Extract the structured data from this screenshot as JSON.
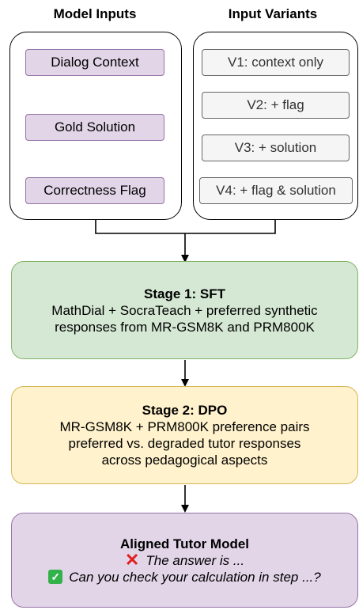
{
  "headings": {
    "model_inputs": "Model Inputs",
    "input_variants": "Input Variants"
  },
  "model_inputs": [
    "Dialog Context",
    "Gold Solution",
    "Correctness Flag"
  ],
  "input_variants": [
    "V1: context only",
    "V2: + flag",
    "V3: + solution",
    "V4: + flag & solution"
  ],
  "stage1": {
    "title": "Stage 1: SFT",
    "line1": "MathDial + SocraTeach + preferred synthetic",
    "line2": "responses from MR-GSM8K and PRM800K"
  },
  "stage2": {
    "title": "Stage 2: DPO",
    "line1": "MR-GSM8K + PRM800K preference pairs",
    "line2": "preferred vs. degraded tutor responses",
    "line3": "across pedagogical aspects"
  },
  "output": {
    "title": "Aligned Tutor Model",
    "bad_example": "The answer is ...",
    "good_example": "Can you check your calculation in step ...?",
    "bad_icon": "cross-mark-icon",
    "good_icon": "check-mark-icon"
  }
}
